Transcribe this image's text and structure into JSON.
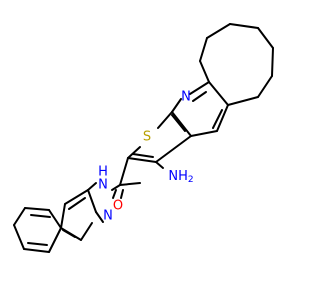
{
  "colors": {
    "bond": "#000000",
    "nitrogen": "#0000ff",
    "sulfur": "#b8a000",
    "oxygen": "#ff0000",
    "background": "#ffffff"
  },
  "labels": {
    "ring_n": "N",
    "sulfur": "S",
    "amine": "NH",
    "amine_sub": "2",
    "amide_nh": "H",
    "amide_n": "N",
    "carbonyl_o": "O",
    "quinoline_n": "N"
  }
}
